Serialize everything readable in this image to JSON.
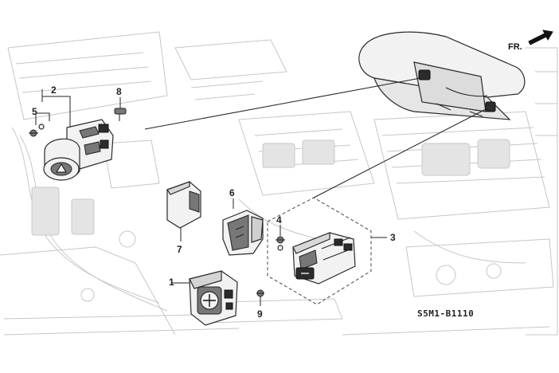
{
  "diagram": {
    "direction_marker": "FR.",
    "diagram_code": "S5M1-B1110",
    "callouts": [
      {
        "number": "1"
      },
      {
        "number": "2"
      },
      {
        "number": "3"
      },
      {
        "number": "4"
      },
      {
        "number": "5"
      },
      {
        "number": "6"
      },
      {
        "number": "7"
      },
      {
        "number": "8"
      },
      {
        "number": "9"
      }
    ]
  }
}
